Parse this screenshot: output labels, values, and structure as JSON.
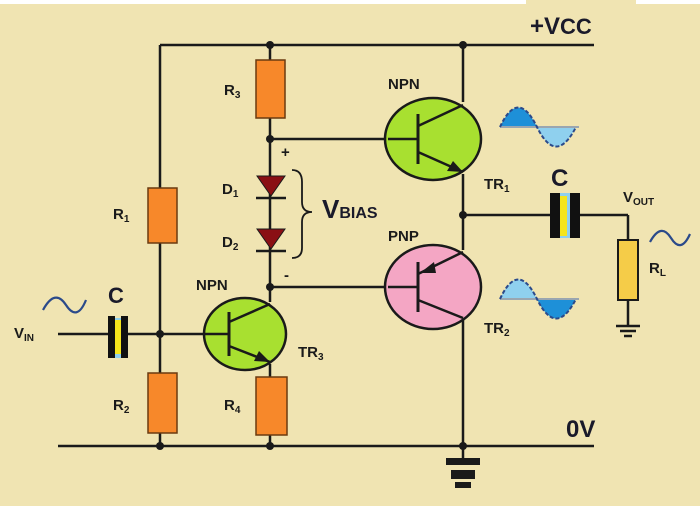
{
  "diagram": {
    "title": "Class AB push-pull amplifier with diode biasing",
    "colors": {
      "background": "#f0e4b2",
      "wire": "#1a1a1a",
      "resistor": "#f7882a",
      "load_resistor": "#f5cc48",
      "npn_body": "#a8e030",
      "pnp_body": "#f4a6c4",
      "diode": "#8a0f14",
      "capacitor_plate": "#111111",
      "capacitor_dielectric": "#f5e51c",
      "wave_dark": "#1e90d8",
      "wave_light": "#8fd0ee",
      "wave_line": "#2b4a8a"
    },
    "rails": {
      "supply": {
        "label": "+V",
        "sub": "CC"
      },
      "ground": {
        "label": "0V"
      }
    },
    "resistors": [
      {
        "id": "R1",
        "label": "R",
        "sub": "1"
      },
      {
        "id": "R2",
        "label": "R",
        "sub": "2"
      },
      {
        "id": "R3",
        "label": "R",
        "sub": "3"
      },
      {
        "id": "R4",
        "label": "R",
        "sub": "4"
      },
      {
        "id": "RL",
        "label": "R",
        "sub": "L"
      }
    ],
    "diodes": [
      {
        "id": "D1",
        "label": "D",
        "sub": "1"
      },
      {
        "id": "D2",
        "label": "D",
        "sub": "2"
      }
    ],
    "bias": {
      "label": "V",
      "sub": "BIAS",
      "plus": "+",
      "minus": "-"
    },
    "transistors": [
      {
        "id": "TR1",
        "type": "NPN",
        "label": "TR",
        "sub": "1"
      },
      {
        "id": "TR2",
        "type": "PNP",
        "label": "TR",
        "sub": "2"
      },
      {
        "id": "TR3",
        "type": "NPN",
        "label": "TR",
        "sub": "3"
      }
    ],
    "capacitors": [
      {
        "id": "C_in",
        "label": "C"
      },
      {
        "id": "C_out",
        "label": "C"
      }
    ],
    "signals": {
      "input": {
        "label": "V",
        "sub": "IN"
      },
      "output": {
        "label": "V",
        "sub": "OUT"
      }
    }
  }
}
